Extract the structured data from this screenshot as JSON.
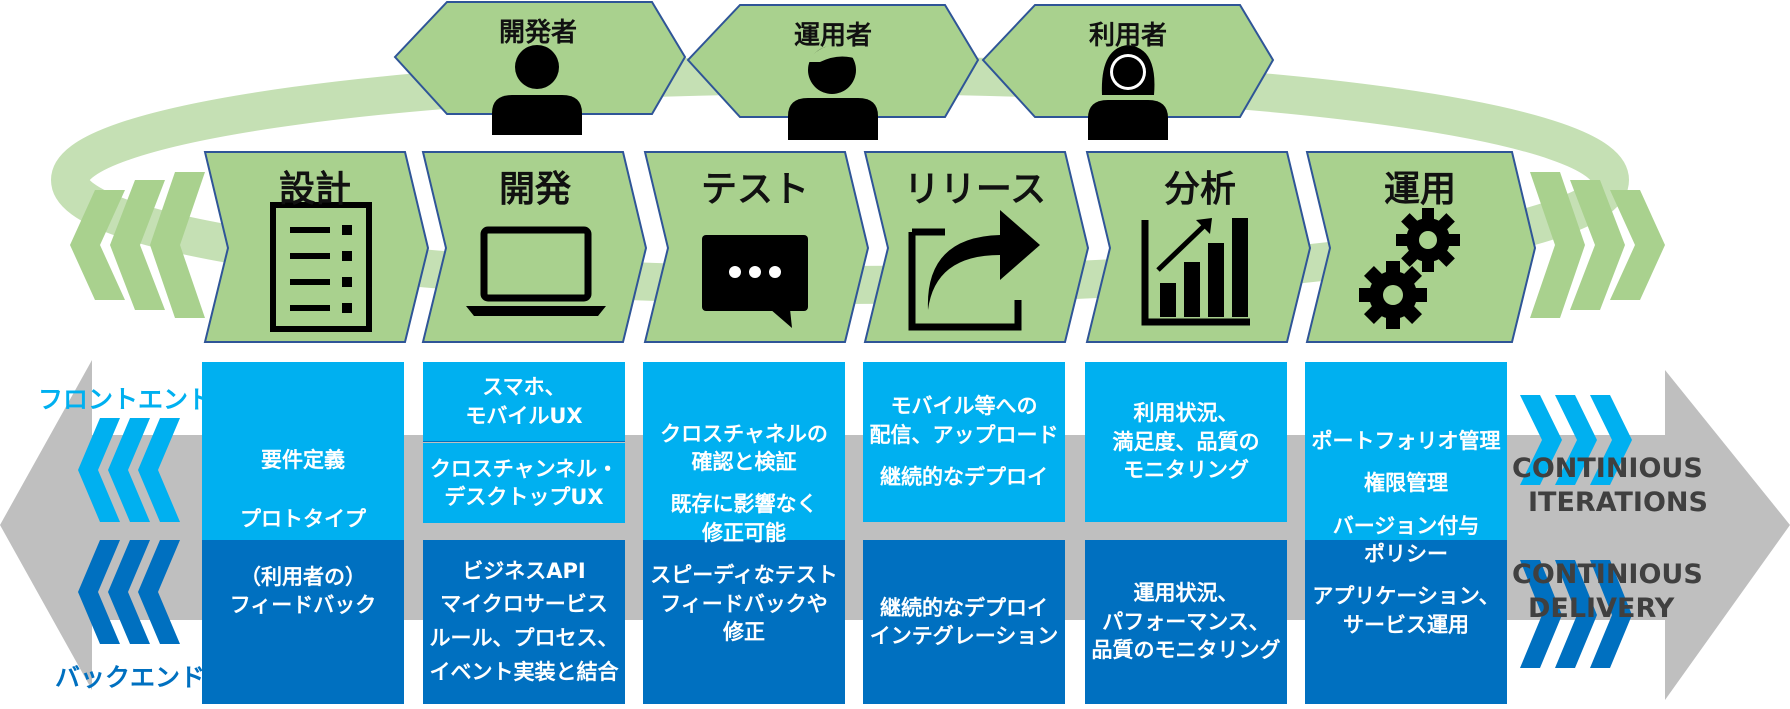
{
  "roles": [
    {
      "label": "開発者",
      "icon": "user-icon"
    },
    {
      "label": "運用者",
      "icon": "user-short-hair-icon"
    },
    {
      "label": "利用者",
      "icon": "user-long-hair-icon"
    }
  ],
  "stages": [
    {
      "label": "設計",
      "icon": "checklist-icon"
    },
    {
      "label": "開発",
      "icon": "laptop-icon"
    },
    {
      "label": "テスト",
      "icon": "chat-bubble-icon"
    },
    {
      "label": "リリース",
      "icon": "share-arrow-icon"
    },
    {
      "label": "分析",
      "icon": "bar-chart-icon"
    },
    {
      "label": "運用",
      "icon": "gears-icon"
    }
  ],
  "lanes": {
    "frontend": "フロントエンド",
    "backend": "バックエンド"
  },
  "columns": {
    "design": {
      "line1": "要件定義",
      "line2": "プロトタイプ",
      "line3": "（利用者の）",
      "line4": "フィードバック"
    },
    "develop": {
      "front_a": {
        "line1": "スマホ、",
        "line2": "モバイルUX"
      },
      "front_b": {
        "line1": "クロスチャンネル・",
        "line2": "デスクトップUX"
      },
      "back": {
        "line1": "ビジネスAPI",
        "line2": "マイクロサービス",
        "line3": "ルール、プロセス、",
        "line4": "イベント実装と結合"
      }
    },
    "test": {
      "line1": "クロスチャネルの",
      "line2": "確認と検証",
      "line3": "既存に影響なく",
      "line4": "修正可能",
      "line5": "スピーディなテスト",
      "line6": "フィードバックや",
      "line7": "修正"
    },
    "release": {
      "front": {
        "line1": "モバイル等への",
        "line2": "配信、アップロード",
        "line3": "継続的なデプロイ"
      },
      "back": {
        "line1": "継続的なデプロイ",
        "line2": "インテグレーション"
      }
    },
    "analysis": {
      "front": {
        "line1": "利用状況、",
        "line2": "満足度、品質の",
        "line3": "モニタリング"
      },
      "back": {
        "line1": "運用状況、",
        "line2": "パフォーマンス、",
        "line3": "品質のモニタリング"
      }
    },
    "operation": {
      "line1": "ポートフォリオ管理",
      "line2": "権限管理",
      "line3": "バージョン付与",
      "line4": "ポリシー",
      "line5": "アプリケーション、",
      "line6": "サービス運用"
    }
  },
  "iterations": {
    "line1": "CONTINIOUS",
    "line2": "ITERATIONS",
    "line3": "CONTINIOUS",
    "line4": "DELIVERY"
  },
  "colors": {
    "green_fill": "#a9d18e",
    "green_light": "#c5e0b4",
    "green_border": "#2f5597",
    "light_blue": "#00b0f0",
    "dark_blue": "#0070c0",
    "gray": "#bfbfbf",
    "icon": "#000000"
  }
}
